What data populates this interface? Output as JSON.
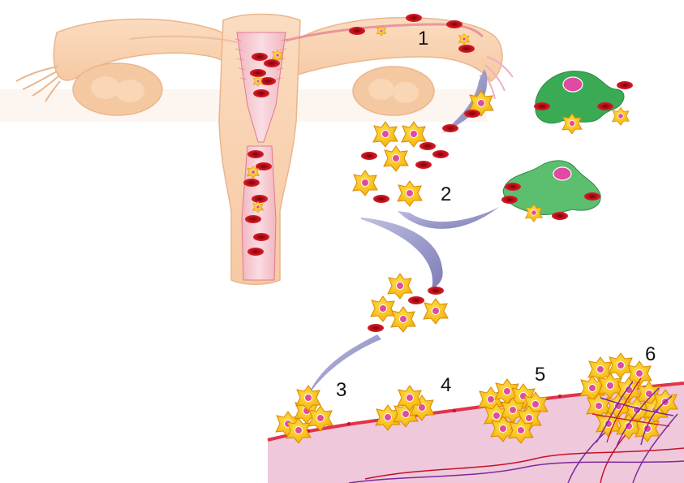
{
  "steps": [
    {
      "label": "1"
    },
    {
      "label": "2"
    },
    {
      "label": "3"
    },
    {
      "label": "4"
    },
    {
      "label": "5"
    },
    {
      "label": "6"
    }
  ],
  "colors": {
    "uterus": "#f9d2ae",
    "uterus_outline": "#e9b68c",
    "ovary": "#f4c9a2",
    "endometrium": "#f0a4b0",
    "tube_line": "#e07a90",
    "blood_cell": "#c0101c",
    "endometrial_cell": "#f5c000",
    "cell_outline": "#d98a00",
    "nucleus": "#e04aa0",
    "macrophage": "#3aaa55",
    "peritoneum": "#f0c8dc",
    "mesothelium": "#e0344a",
    "arrow": "#8f8fc4",
    "vessel_red": "#c4102a",
    "vessel_purple": "#7a2a9a"
  },
  "icons": [
    "uterus-icon",
    "endometrial-cell-icon",
    "red-blood-cell-icon",
    "macrophage-icon",
    "peritoneum-icon"
  ]
}
